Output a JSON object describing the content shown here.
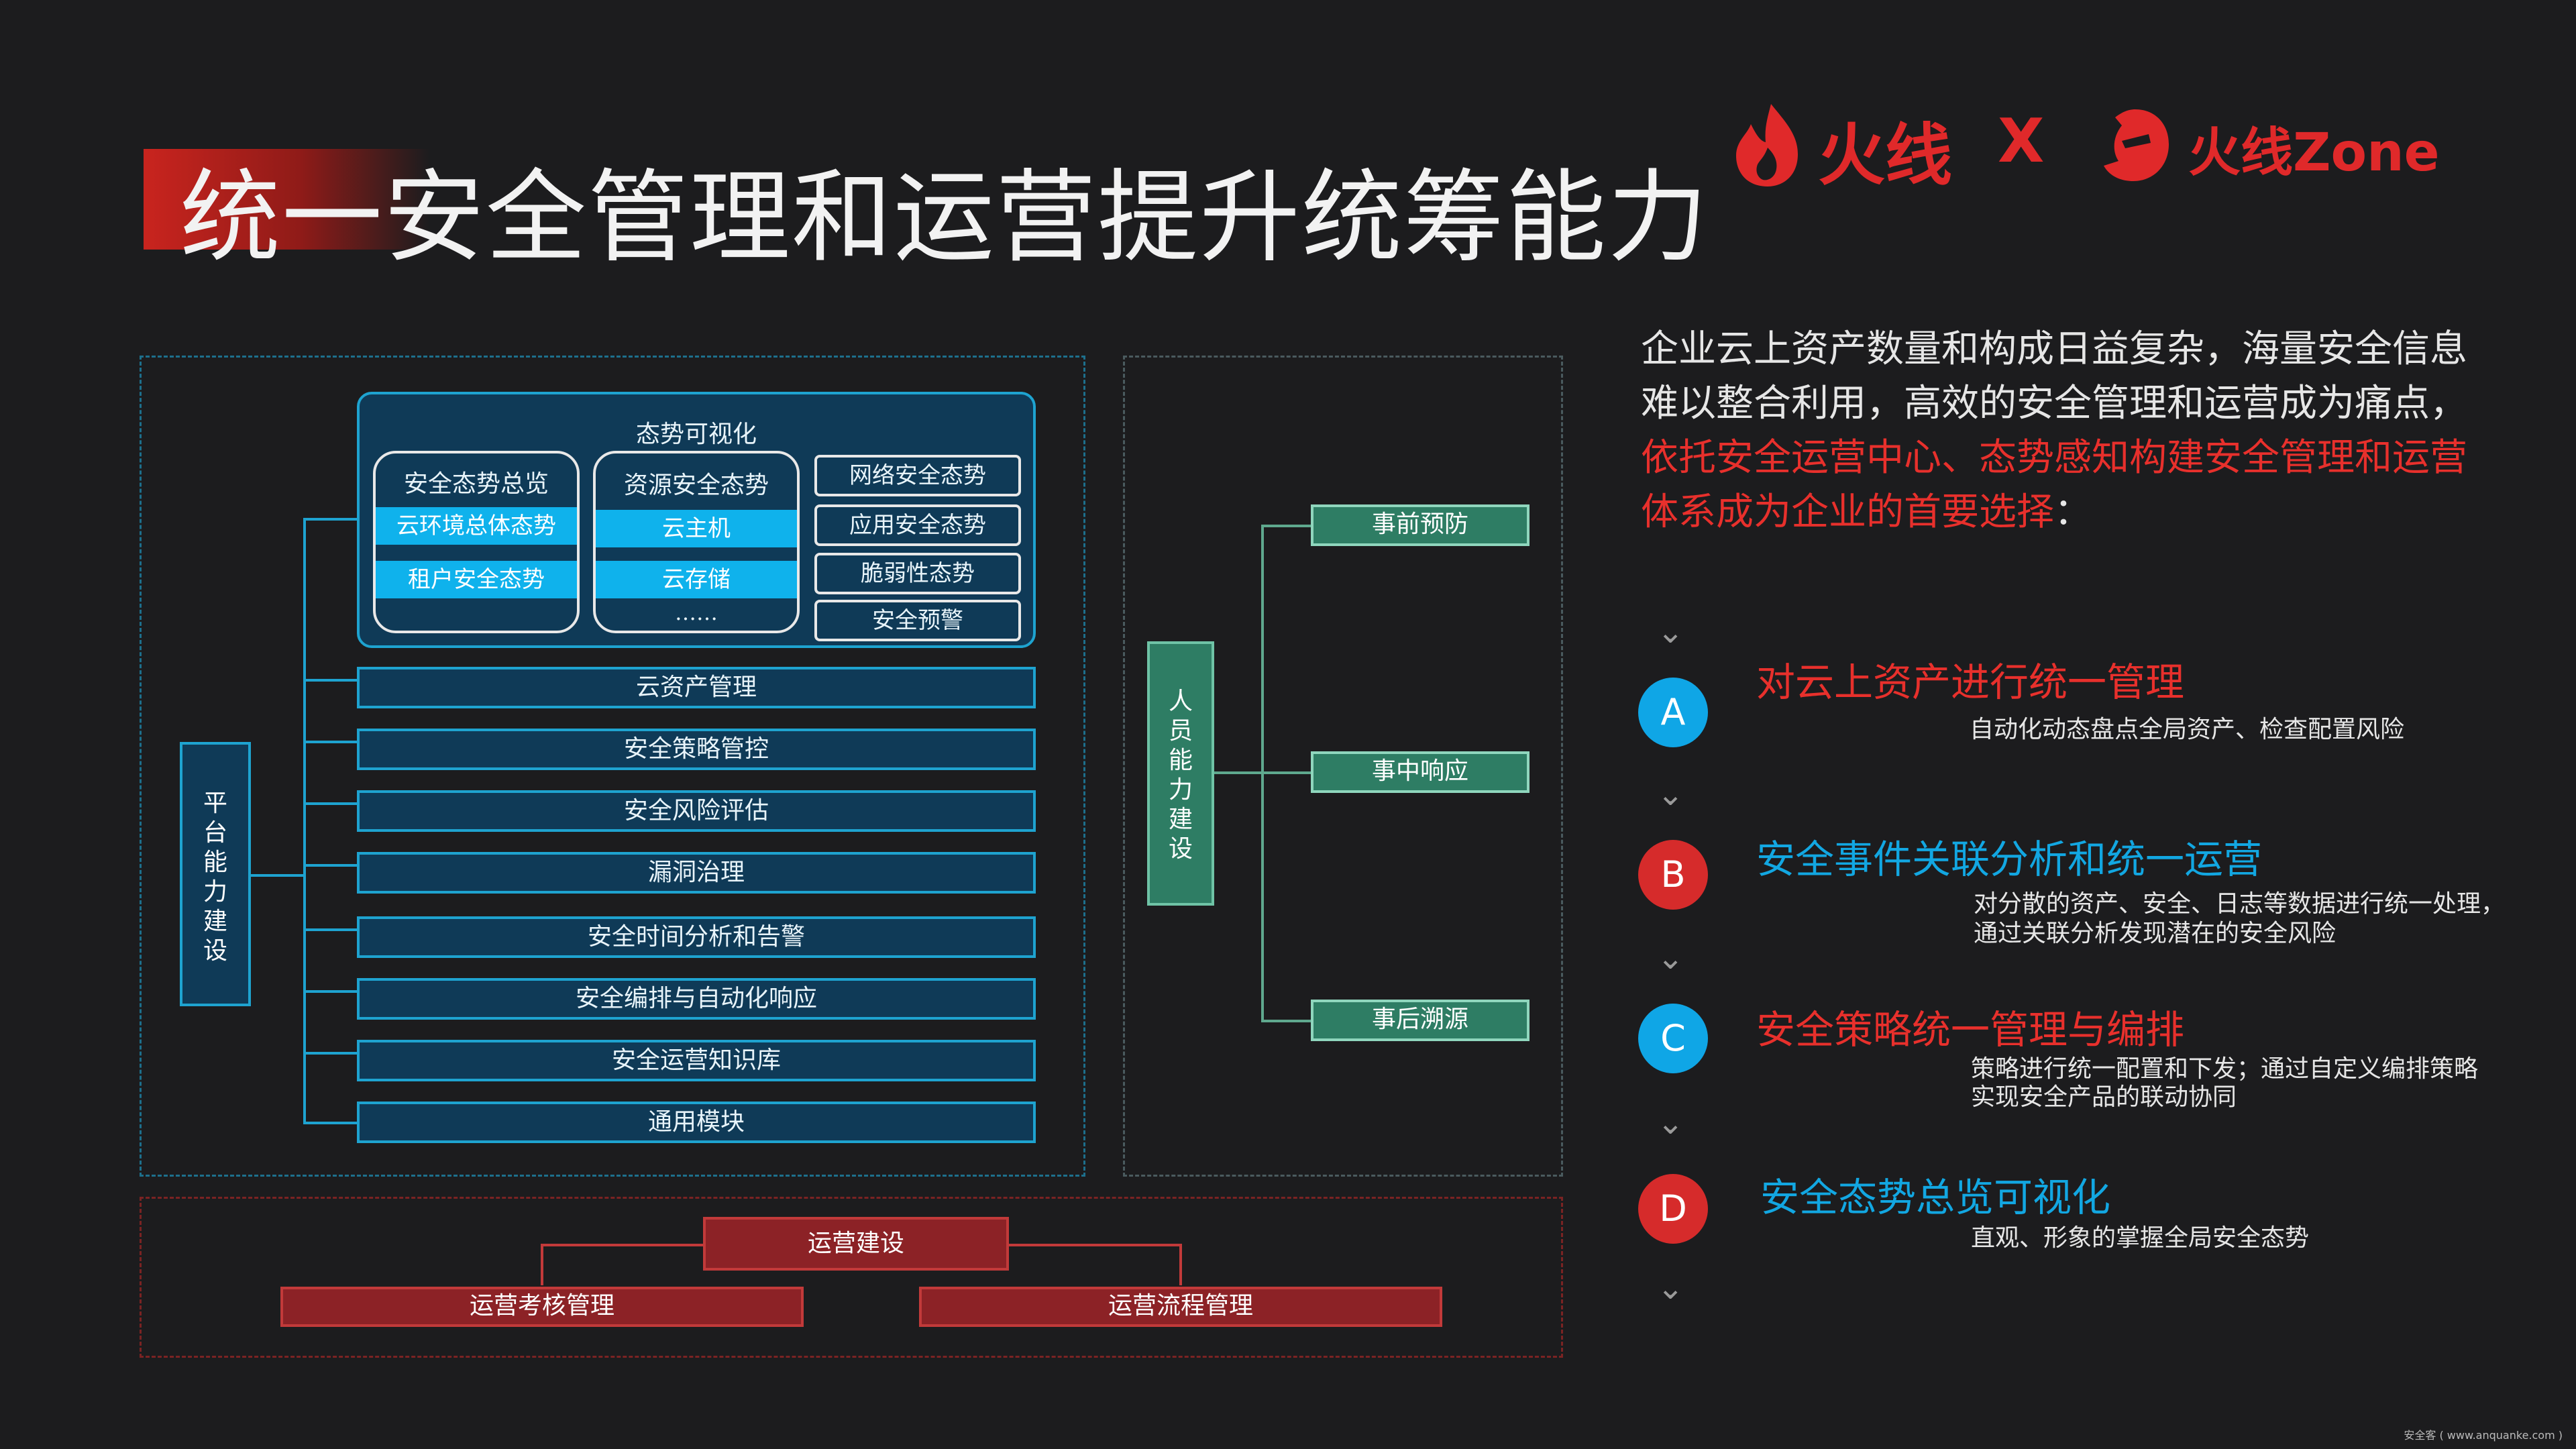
{
  "title": "统一安全管理和运营提升统筹能力",
  "logos": {
    "left": "火线",
    "separator": "X",
    "right": "火线Zone"
  },
  "platform": {
    "label_chars": [
      "平",
      "台",
      "能",
      "力",
      "建",
      "设"
    ],
    "visualization": {
      "title": "态势可视化",
      "col1": {
        "head": "安全态势总览",
        "items": [
          "云环境总体态势",
          "租户安全态势"
        ]
      },
      "col2": {
        "head": "资源安全态势",
        "items": [
          "云主机",
          "云存储"
        ],
        "more": "……"
      },
      "col3": [
        "网络安全态势",
        "应用安全态势",
        "脆弱性态势",
        "安全预警"
      ]
    },
    "modules": [
      "云资产管理",
      "安全策略管控",
      "安全风险评估",
      "漏洞治理",
      "安全时间分析和告警",
      "安全编排与自动化响应",
      "安全运营知识库",
      "通用模块"
    ]
  },
  "personnel": {
    "label_chars": [
      "人",
      "员",
      "能",
      "力",
      "建",
      "设"
    ],
    "items": [
      "事前预防",
      "事中响应",
      "事后溯源"
    ]
  },
  "operation": {
    "root": "运营建设",
    "children": [
      "运营考核管理",
      "运营流程管理"
    ]
  },
  "intro": {
    "plain": "企业云上资产数量和构成日益复杂，海量安全信息难以整合利用，高效的安全管理和运营成为痛点，",
    "highlight": "依托安全运营中心、态势感知构建安全管理和运营体系成为企业的首要选择",
    "end": "："
  },
  "items": [
    {
      "letter": "A",
      "head": "对云上资产进行统一管理",
      "desc": [
        "自动化动态盘点全局资产、检查配置风险"
      ]
    },
    {
      "letter": "B",
      "head": "安全事件关联分析和统一运营",
      "desc": [
        "对分散的资产、安全、日志等数据进行统一处理，",
        "通过关联分析发现潜在的安全风险"
      ]
    },
    {
      "letter": "C",
      "head": "安全策略统一管理与编排",
      "desc": [
        "策略进行统一配置和下发；通过自定义编排策略",
        "实现安全产品的联动协同"
      ]
    },
    {
      "letter": "D",
      "head": "安全态势总览可视化",
      "desc": [
        "直观、形象的掌握全局安全态势"
      ]
    }
  ],
  "credit": "安全客 ( www.anquanke.com )",
  "colors": {
    "accent_red": "#e8302c",
    "accent_blue": "#12a7e2",
    "green": "#2e7d64",
    "bg": "#1c1c1e"
  }
}
